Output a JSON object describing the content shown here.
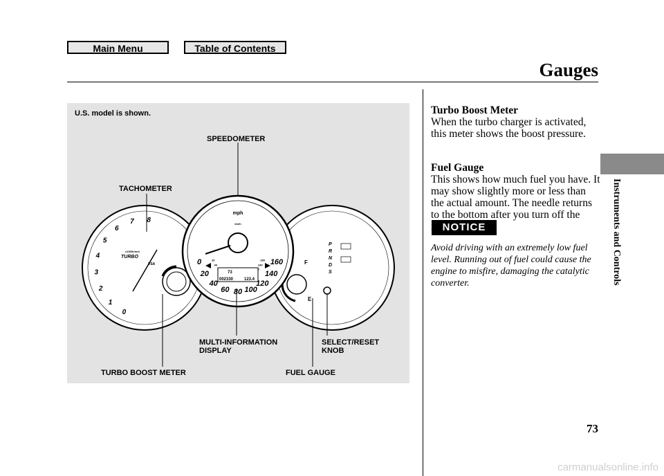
{
  "nav": {
    "main_menu": "Main Menu",
    "toc": "Table of Contents"
  },
  "header": {
    "title": "Gauges"
  },
  "figure": {
    "caption": "U.S. model is shown.",
    "labels": {
      "speedometer": "SPEEDOMETER",
      "tachometer": "TACHOMETER",
      "mid_line1": "MULTI-INFORMATION",
      "mid_line2": "DISPLAY",
      "knob_line1": "SELECT/RESET",
      "knob_line2": "KNOB",
      "turbo": "TURBO BOOST METER",
      "fuel": "FUEL GAUGE"
    },
    "dial": {
      "speed_ticks": [
        "0",
        "20",
        "40",
        "60",
        "80",
        "100",
        "120",
        "140",
        "160"
      ],
      "speed_unit": "mph",
      "kmh_unit": "km/h",
      "kmh_ticks": [
        "20",
        "40",
        "60",
        "80",
        "100",
        "120",
        "140",
        "160",
        "180",
        "200",
        "220",
        "240",
        "260"
      ],
      "rpm_ticks": [
        "0",
        "1",
        "2",
        "3",
        "4",
        "5",
        "6",
        "7",
        "8"
      ],
      "rpm_unit": "x1000r/min",
      "turbo_word": "TURBO",
      "vsa": "VSA",
      "gear_letters": [
        "P",
        "R",
        "N",
        "D",
        "S"
      ],
      "fuel_letters": [
        "F",
        "E"
      ],
      "mid_display": {
        "top": "73",
        "left": "002330",
        "right": "123.4"
      }
    }
  },
  "sections": [
    {
      "heading": "Turbo Boost Meter",
      "body": "When the turbo charger is activated, this meter shows the boost pressure."
    },
    {
      "heading": "Fuel Gauge",
      "body": "This shows how much fuel you have. It may show slightly more or less than the actual amount. The needle returns to the bottom after you turn off the ignition."
    }
  ],
  "notice": {
    "badge": "NOTICE",
    "text": "Avoid driving with an extremely low fuel level. Running out of fuel could cause the engine to misfire, damaging the catalytic converter."
  },
  "side_tab": {
    "label": "Instruments and Controls"
  },
  "page_number": "73",
  "watermark": "carmanualsonline.info",
  "colors": {
    "panel": "#e3e3e3",
    "tab": "#8a8a8a",
    "ink": "#000000"
  }
}
